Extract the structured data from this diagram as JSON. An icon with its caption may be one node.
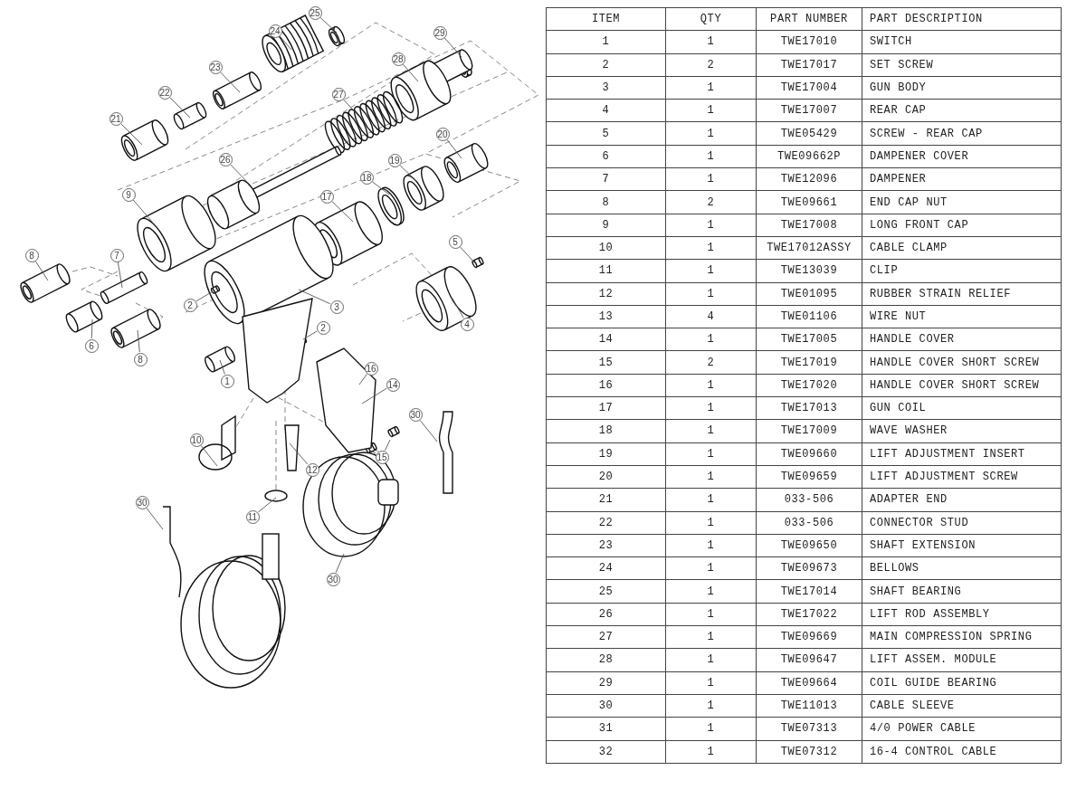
{
  "diagram": {
    "nodes": [
      {
        "text": [
          "25"
        ]
      },
      {
        "text": [
          "24"
        ]
      },
      {
        "text": [
          "23"
        ]
      },
      {
        "text": [
          "22"
        ]
      },
      {
        "text": [
          "21"
        ]
      },
      {
        "text": [
          "29"
        ]
      },
      {
        "text": [
          "28"
        ]
      },
      {
        "text": [
          "27"
        ]
      },
      {
        "text": [
          "20"
        ]
      },
      {
        "text": [
          "19"
        ]
      },
      {
        "text": [
          "18"
        ]
      },
      {
        "text": [
          "26"
        ]
      },
      {
        "text": [
          "17"
        ]
      },
      {
        "text": [
          "9"
        ]
      },
      {
        "text": [
          "5"
        ]
      },
      {
        "text": [
          "8"
        ]
      },
      {
        "text": [
          "7"
        ]
      },
      {
        "text": [
          "2"
        ]
      },
      {
        "text": [
          "3"
        ]
      },
      {
        "text": [
          "4"
        ]
      },
      {
        "text": [
          "2"
        ]
      },
      {
        "text": [
          "6"
        ]
      },
      {
        "text": [
          "8"
        ]
      },
      {
        "text": [
          "1"
        ]
      },
      {
        "text": [
          "16"
        ]
      },
      {
        "text": [
          "14"
        ]
      },
      {
        "text": [
          "30"
        ]
      },
      {
        "text": [
          "10"
        ]
      },
      {
        "text": [
          "12"
        ]
      },
      {
        "text": [
          "15"
        ]
      },
      {
        "text": [
          "11"
        ]
      },
      {
        "text": [
          "30"
        ]
      },
      {
        "text": [
          "30"
        ]
      }
    ],
    "edges": [
      {
        "from": 0,
        "to": null,
        "arrow": "none"
      },
      {
        "from": 1,
        "to": null,
        "arrow": "none"
      },
      {
        "from": 2,
        "to": null,
        "arrow": "none"
      },
      {
        "from": 3,
        "to": null,
        "arrow": "none"
      },
      {
        "from": 4,
        "to": null,
        "arrow": "none"
      },
      {
        "from": 5,
        "to": null,
        "arrow": "none"
      },
      {
        "from": 6,
        "to": null,
        "arrow": "none"
      },
      {
        "from": 7,
        "to": null,
        "arrow": "none"
      },
      {
        "from": 8,
        "to": null,
        "arrow": "none"
      },
      {
        "from": 9,
        "to": null,
        "arrow": "none"
      },
      {
        "from": 10,
        "to": null,
        "arrow": "none"
      },
      {
        "from": 11,
        "to": null,
        "arrow": "none"
      },
      {
        "from": 12,
        "to": null,
        "arrow": "none"
      },
      {
        "from": 13,
        "to": null,
        "arrow": "none"
      },
      {
        "from": 14,
        "to": null,
        "arrow": "none"
      },
      {
        "from": 15,
        "to": null,
        "arrow": "none"
      },
      {
        "from": 16,
        "to": null,
        "arrow": "none"
      },
      {
        "from": 17,
        "to": null,
        "arrow": "none"
      },
      {
        "from": 18,
        "to": null,
        "arrow": "none"
      },
      {
        "from": 19,
        "to": null,
        "arrow": "none"
      },
      {
        "from": 20,
        "to": null,
        "arrow": "none"
      },
      {
        "from": 21,
        "to": null,
        "arrow": "none"
      },
      {
        "from": 22,
        "to": null,
        "arrow": "none"
      },
      {
        "from": 23,
        "to": null,
        "arrow": "none"
      },
      {
        "from": 24,
        "to": null,
        "arrow": "none"
      },
      {
        "from": 25,
        "to": null,
        "arrow": "none"
      },
      {
        "from": 26,
        "to": null,
        "arrow": "none"
      },
      {
        "from": 27,
        "to": null,
        "arrow": "none"
      },
      {
        "from": 28,
        "to": null,
        "arrow": "none"
      },
      {
        "from": 29,
        "to": null,
        "arrow": "none"
      },
      {
        "from": 29,
        "to": null,
        "arrow": "none"
      },
      {
        "from": 30,
        "to": null,
        "arrow": "none"
      },
      {
        "from": 31,
        "to": null,
        "arrow": "none"
      },
      {
        "from": 32,
        "to": null,
        "arrow": "none"
      }
    ],
    "labels": [
      "ITEM",
      "QTY",
      "PART NUMBER",
      "PART DESCRIPTION",
      "1",
      "1",
      "TWE17010",
      "SWITCH",
      "2",
      "2",
      "TWE17017",
      "SET SCREW",
      "3",
      "1",
      "TWE17004",
      "GUN BODY",
      "4",
      "1",
      "TWE17007",
      "REAR CAP",
      "5",
      "1",
      "TWE05429",
      "SCREW - REAR CAP",
      "6",
      "1",
      "TWE09662P",
      "DAMPENER COVER",
      "7",
      "1",
      "TWE12096",
      "DAMPENER",
      "8",
      "2",
      "TWE09661",
      "END CAP NUT",
      "9",
      "1",
      "TWE17008",
      "LONG FRONT CAP",
      "10",
      "1",
      "TWE17012ASSY",
      "CABLE CLAMP",
      "11",
      "1",
      "TWE13039",
      "CLIP",
      "12",
      "1",
      "TWE01095",
      "RUBBER STRAIN RELIEF",
      "13",
      "4",
      "TWE01106",
      "WIRE NUT",
      "14",
      "1",
      "TWE17005",
      "HANDLE COVER",
      "15",
      "2",
      "TWE17019",
      "HANDLE COVER SHORT SCREW",
      "16",
      "1",
      "TWE17020",
      "HANDLE COVER SHORT SCREW",
      "17",
      "1",
      "TWE17013",
      "GUN COIL",
      "18",
      "1",
      "TWE17009",
      "WAVE WASHER",
      "19",
      "1",
      "TWE09660",
      "LIFT ADJUSTMENT INSERT",
      "20",
      "1",
      "TWE09659",
      "LIFT ADJUSTMENT SCREW",
      "21",
      "1",
      "033-506",
      "ADAPTER END",
      "22",
      "1",
      "033-506",
      "CONNECTOR STUD",
      "23",
      "1",
      "TWE09650",
      "SHAFT EXTENSION",
      "24",
      "1",
      "TWE09673",
      "BELLOWS",
      "25",
      "1",
      "TWE17014",
      "SHAFT BEARING",
      "26",
      "1",
      "TWE17022",
      "LIFT ROD ASSEMBLY",
      "27",
      "1",
      "TWE09669",
      "MAIN COMPRESSION SPRING",
      "28",
      "1",
      "TWE09647",
      "LIFT ASSEM. MODULE",
      "29",
      "1",
      "TWE09664",
      "COIL GUIDE BEARING",
      "30",
      "1",
      "TWE11013",
      "CABLE SLEEVE",
      "31",
      "1",
      "TWE07313",
      "4/0 POWER CABLE",
      "32",
      "1",
      "TWE07312",
      "16-4 CONTROL CABLE"
    ]
  }
}
